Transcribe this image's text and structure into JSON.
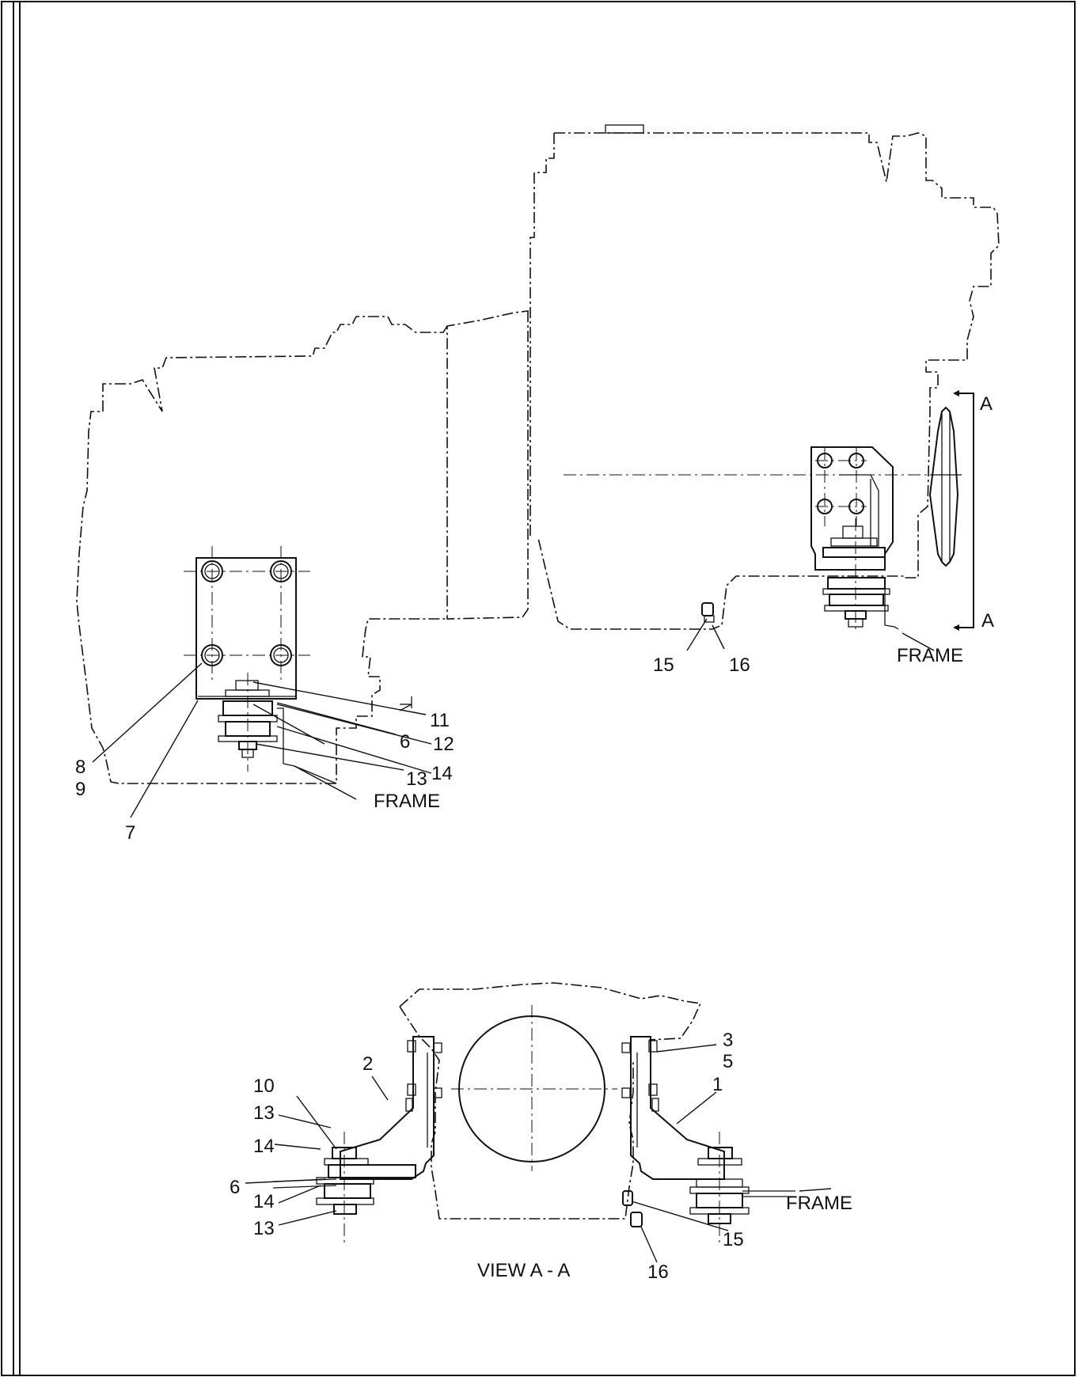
{
  "labels": {
    "side_left": {
      "l8": "8",
      "l9": "9",
      "l7": "7",
      "l11": "11",
      "l12": "12",
      "l6": "6",
      "l14": "14",
      "l13": "13",
      "frame": "FRAME"
    },
    "side_right": {
      "l15": "15",
      "l16": "16",
      "frame": "FRAME",
      "a_top": "A",
      "a_bottom": "A"
    },
    "view_aa": {
      "title": "VIEW A - A",
      "l3": "3",
      "l5": "5",
      "l1": "1",
      "l2": "2",
      "l10": "10",
      "l13a": "13",
      "l14a": "14",
      "l6": "6",
      "l14b": "14",
      "l13b": "13",
      "frame": "FRAME",
      "l15": "15",
      "l16": "16"
    }
  }
}
